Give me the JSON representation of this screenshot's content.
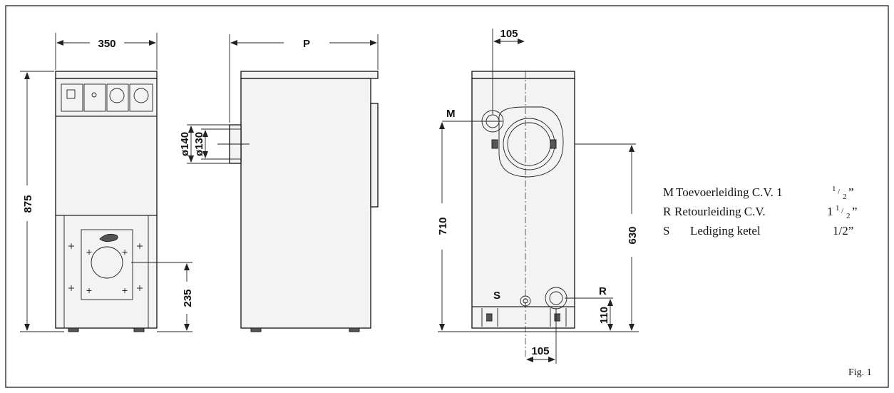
{
  "figure_label": "Fig. 1",
  "dimensions": {
    "front_width": "350",
    "front_height": "875",
    "burner_height": "235",
    "side_depth": "P",
    "flue_outer": "ø140",
    "flue_inner": "ø130",
    "rear_top_offset": "105",
    "rear_bottom_offset": "105",
    "rear_m_height": "710",
    "rear_flue_height": "630",
    "rear_r_height": "110"
  },
  "connection_labels": {
    "m": "M",
    "r": "R",
    "s": "S"
  },
  "legend": [
    {
      "code": "M",
      "text": "Toevoerleiding C.V. 1",
      "size_sup": "1",
      "size_sep": "/",
      "size_sub": "2",
      "size_tail": "”"
    },
    {
      "code": "R",
      "text": "Retourleiding C.V.",
      "size_prefix": "1",
      "size_sup": "1",
      "size_sep": "/",
      "size_sub": "2",
      "size_tail": "”"
    },
    {
      "code": "S",
      "text": "Lediging ketel",
      "size": "1/2”"
    }
  ]
}
